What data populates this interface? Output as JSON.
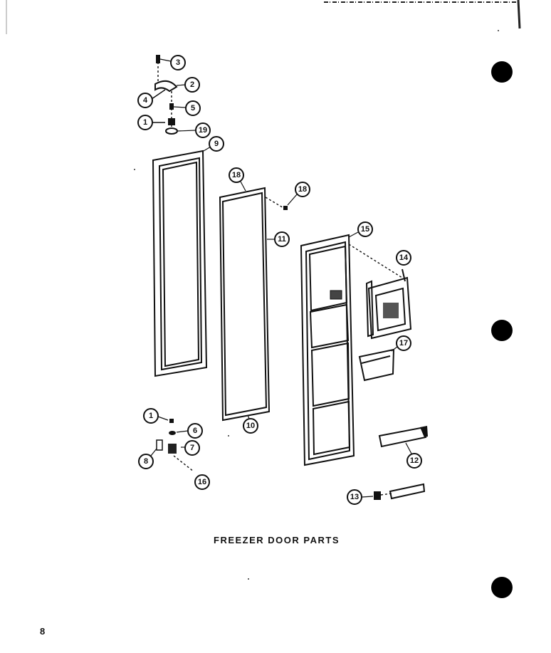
{
  "caption": "FREEZER DOOR PARTS",
  "page_number": "8",
  "callouts": [
    "3",
    "2",
    "4",
    "5",
    "1",
    "19",
    "9",
    "18",
    "18",
    "11",
    "15",
    "14",
    "17",
    "1",
    "6",
    "7",
    "8",
    "16",
    "10",
    "12",
    "13"
  ],
  "colors": {
    "ink": "#111111",
    "paper": "#ffffff"
  }
}
